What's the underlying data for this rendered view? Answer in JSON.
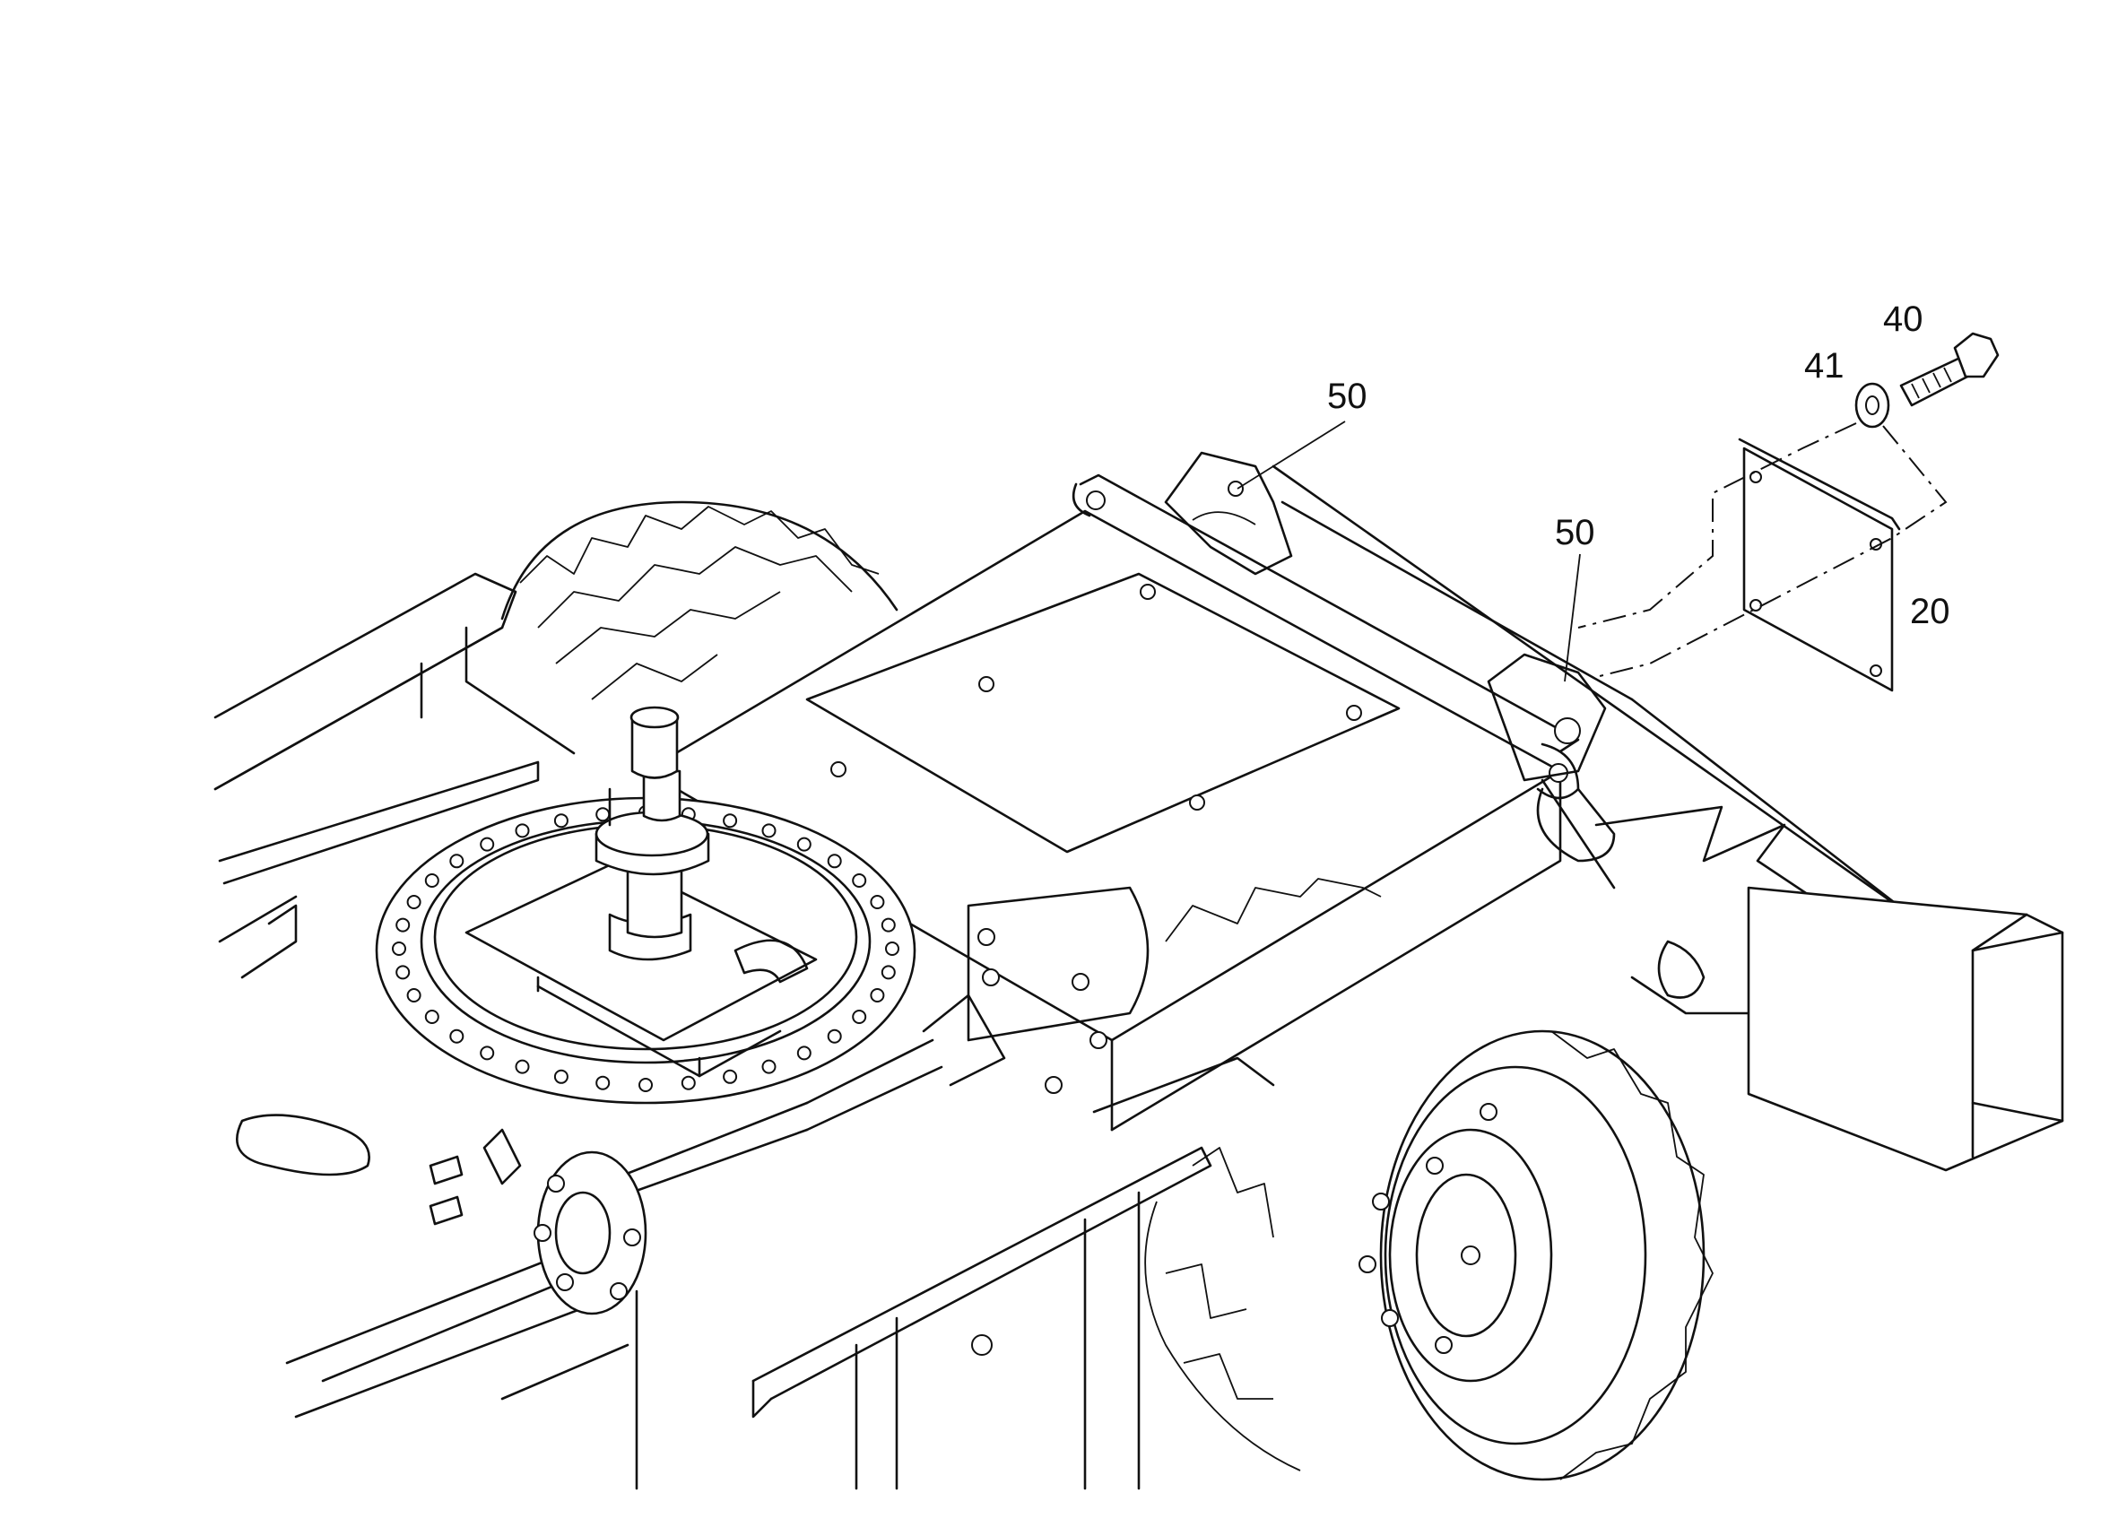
{
  "callouts": {
    "c40": "40",
    "c41": "41",
    "c50a": "50",
    "c50b": "50",
    "c20": "20"
  },
  "colors": {
    "line": "#111111",
    "background": "#ffffff"
  }
}
